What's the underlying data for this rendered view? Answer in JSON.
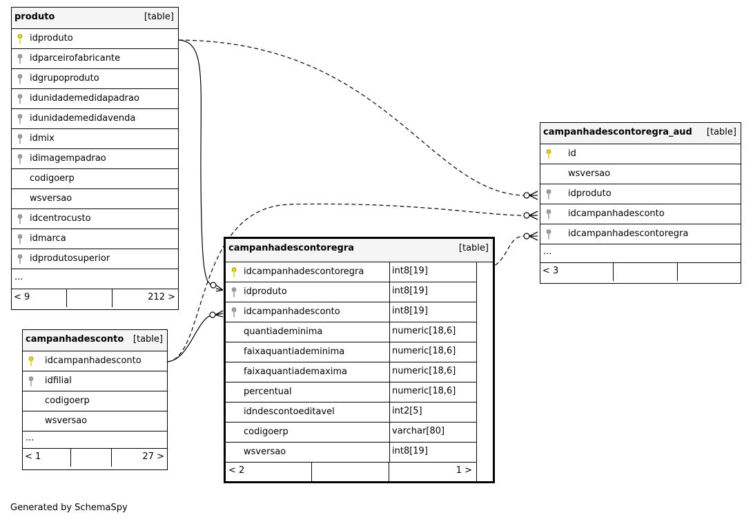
{
  "tables": {
    "produto": {
      "name": "produto",
      "type": "[table]",
      "columns": [
        {
          "name": "idproduto",
          "key": "primary"
        },
        {
          "name": "idparceirofabricante",
          "key": "foreign"
        },
        {
          "name": "idgrupoproduto",
          "key": "foreign"
        },
        {
          "name": "idunidademedidapadrao",
          "key": "foreign"
        },
        {
          "name": "idunidademedidavenda",
          "key": "foreign"
        },
        {
          "name": "idmix",
          "key": "foreign"
        },
        {
          "name": "idimagempadrao",
          "key": "foreign"
        },
        {
          "name": "codigoerp",
          "key": "none"
        },
        {
          "name": "wsversao",
          "key": "none"
        },
        {
          "name": "idcentrocusto",
          "key": "foreign"
        },
        {
          "name": "idmarca",
          "key": "foreign"
        },
        {
          "name": "idprodutosuperior",
          "key": "foreign"
        }
      ],
      "more": "...",
      "footer": {
        "parents": "< 9",
        "children": "212 >"
      }
    },
    "campanhadesconto": {
      "name": "campanhadesconto",
      "type": "[table]",
      "columns": [
        {
          "name": "idcampanhadesconto",
          "key": "primary"
        },
        {
          "name": "idfilial",
          "key": "foreign"
        },
        {
          "name": "codigoerp",
          "key": "none"
        },
        {
          "name": "wsversao",
          "key": "none"
        }
      ],
      "more": "...",
      "footer": {
        "parents": "< 1",
        "children": "27 >"
      }
    },
    "campanhadescontoregra": {
      "name": "campanhadescontoregra",
      "type": "[table]",
      "columns": [
        {
          "name": "idcampanhadescontoregra",
          "key": "primary",
          "datatype": "int8[19]"
        },
        {
          "name": "idproduto",
          "key": "foreign",
          "datatype": "int8[19]"
        },
        {
          "name": "idcampanhadesconto",
          "key": "foreign",
          "datatype": "int8[19]"
        },
        {
          "name": "quantiademinima",
          "key": "none",
          "datatype": "numeric[18,6]"
        },
        {
          "name": "faixaquantiademinima",
          "key": "none",
          "datatype": "numeric[18,6]"
        },
        {
          "name": "faixaquantiademaxima",
          "key": "none",
          "datatype": "numeric[18,6]"
        },
        {
          "name": "percentual",
          "key": "none",
          "datatype": "numeric[18,6]"
        },
        {
          "name": "idndescontoeditavel",
          "key": "none",
          "datatype": "int2[5]"
        },
        {
          "name": "codigoerp",
          "key": "none",
          "datatype": "varchar[80]"
        },
        {
          "name": "wsversao",
          "key": "none",
          "datatype": "int8[19]"
        }
      ],
      "footer": {
        "parents": "< 2",
        "children": "1 >"
      }
    },
    "campanhadescontoregra_aud": {
      "name": "campanhadescontoregra_aud",
      "type": "[table]",
      "columns": [
        {
          "name": "id",
          "key": "primary"
        },
        {
          "name": "wsversao",
          "key": "none"
        },
        {
          "name": "idproduto",
          "key": "foreign"
        },
        {
          "name": "idcampanhadesconto",
          "key": "foreign"
        },
        {
          "name": "idcampanhadescontoregra",
          "key": "foreign"
        }
      ],
      "more": "...",
      "footer": {
        "parents": "< 3",
        "children": ""
      }
    }
  },
  "colors": {
    "primary_key": "#e8d400",
    "foreign_key": "#a0a0a0",
    "header_bg": "#f5f5f5"
  },
  "generated_by": "Generated by SchemaSpy"
}
